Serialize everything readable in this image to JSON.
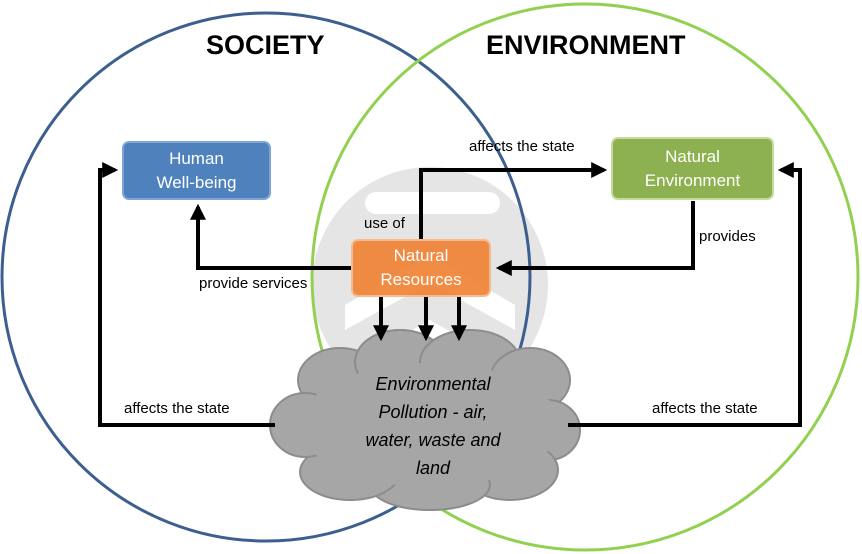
{
  "titles": {
    "society": "SOCIETY",
    "environment": "ENVIRONMENT"
  },
  "boxes": {
    "human_wellbeing": [
      "Human",
      "Well-being"
    ],
    "natural_environment": [
      "Natural",
      "Environment"
    ],
    "natural_resources": [
      "Natural",
      "Resources"
    ]
  },
  "cloud": [
    "Environmental",
    "Pollution - air,",
    "water, waste and",
    "land"
  ],
  "edge_labels": {
    "affects_state_top": "affects the state",
    "use_of": "use of",
    "provides": "provides",
    "provide_services": "provide services",
    "affects_state_left": "affects the state",
    "affects_state_right": "affects the state"
  },
  "colors": {
    "society_circle": "#3c5f8f",
    "environment_circle": "#92d050",
    "human_box": "#4f81bd",
    "natural_env_box": "#8db050",
    "natural_res_box": "#f08437",
    "cloud_fill": "#a6a6a6",
    "arrows": "#000000"
  }
}
